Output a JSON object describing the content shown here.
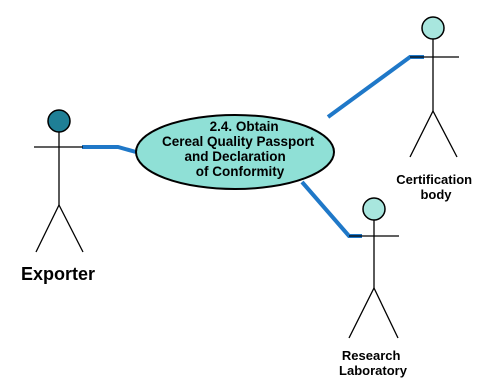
{
  "use_case": {
    "lines": [
      "2.4. Obtain",
      "Cereal Quality Passport",
      "and  Declaration",
      "of Conformity"
    ]
  },
  "actors": {
    "exporter": {
      "label": "Exporter"
    },
    "certification": {
      "lines": [
        "Certification",
        "body"
      ]
    },
    "research": {
      "lines": [
        "Research",
        "Laboratory"
      ]
    }
  },
  "colors": {
    "association": "#1f78c8",
    "usecase_fill": "#8fe0d6",
    "exporter_head": "#1f7f96",
    "other_head": "#a8e6de",
    "outline": "#000000"
  }
}
